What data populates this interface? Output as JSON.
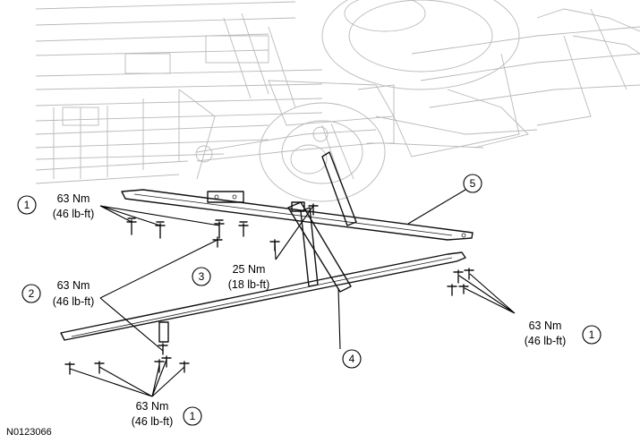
{
  "figure_id": "N0123066",
  "callouts": [
    {
      "num": "1"
    },
    {
      "num": "2"
    },
    {
      "num": "3"
    },
    {
      "num": "4"
    },
    {
      "num": "5"
    },
    {
      "num": "1"
    },
    {
      "num": "1"
    }
  ],
  "torque_labels": [
    {
      "nm": "63 Nm",
      "lbft": "(46 lb-ft)"
    },
    {
      "nm": "63 Nm",
      "lbft": "(46 lb-ft)"
    },
    {
      "nm": "25 Nm",
      "lbft": "(18 lb-ft)"
    },
    {
      "nm": "63 Nm",
      "lbft": "(46 lb-ft)"
    },
    {
      "nm": "63 Nm",
      "lbft": "(46 lb-ft)"
    }
  ]
}
